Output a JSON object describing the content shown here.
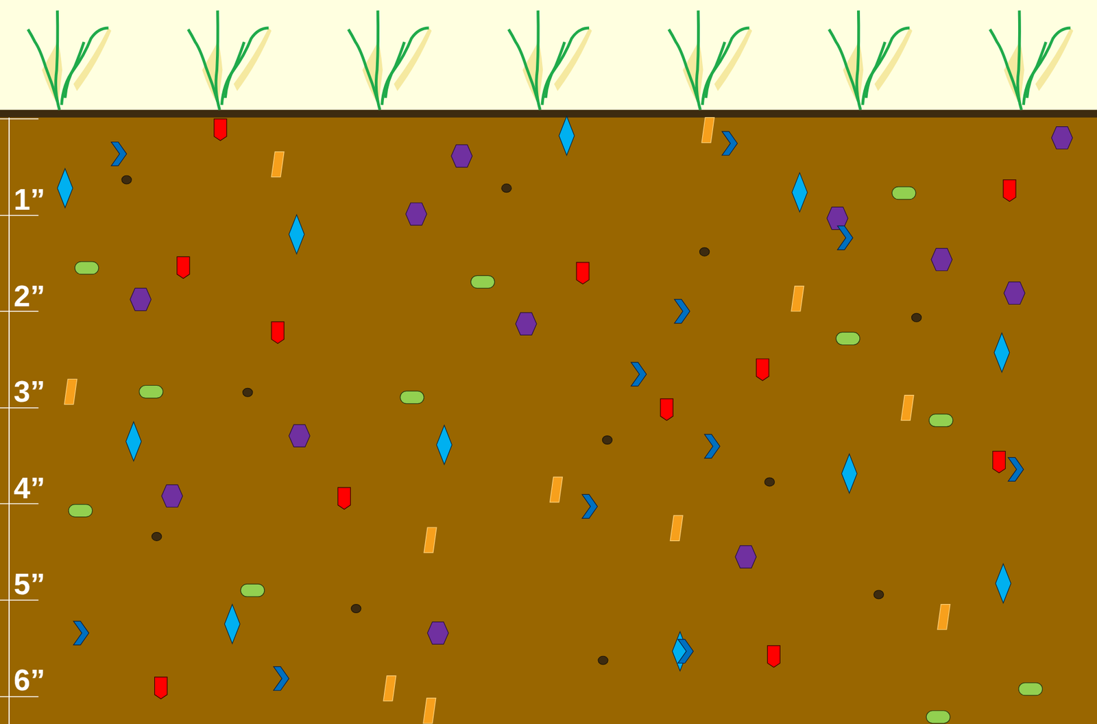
{
  "diagram": {
    "labels": [
      "1”",
      "2”",
      "3”",
      "4”",
      "5”",
      "6”"
    ]
  }
}
